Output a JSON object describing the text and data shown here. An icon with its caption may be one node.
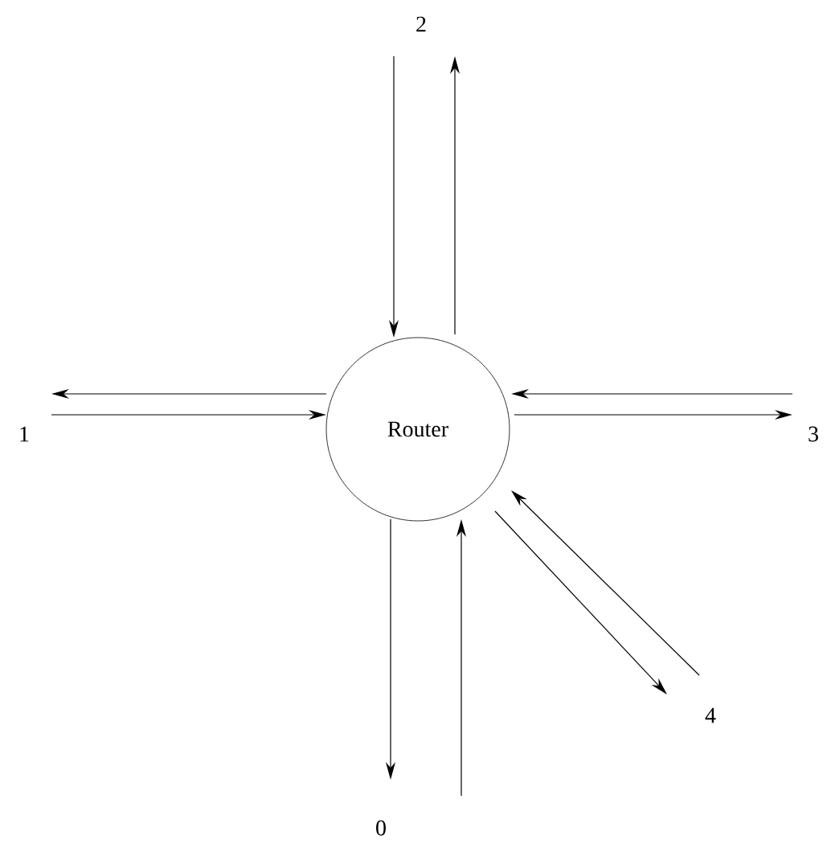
{
  "diagram": {
    "nodes": [
      {
        "text": [
          "2"
        ]
      },
      {
        "text": [
          "1"
        ]
      },
      {
        "text": [
          "Router"
        ]
      },
      {
        "text": [
          "3"
        ]
      },
      {
        "text": [
          "4"
        ]
      },
      {
        "text": [
          "0"
        ]
      }
    ],
    "edges": [
      {
        "from": 0,
        "to": 2,
        "arrow": "to"
      },
      {
        "from": 2,
        "to": 0,
        "arrow": "to"
      },
      {
        "from": 2,
        "to": 1,
        "arrow": "to"
      },
      {
        "from": 1,
        "to": 2,
        "arrow": "to"
      },
      {
        "from": 3,
        "to": 2,
        "arrow": "to"
      },
      {
        "from": 2,
        "to": 3,
        "arrow": "to"
      },
      {
        "from": 2,
        "to": 4,
        "arrow": "to"
      },
      {
        "from": 4,
        "to": 2,
        "arrow": "to"
      },
      {
        "from": 2,
        "to": 5,
        "arrow": "to"
      },
      {
        "from": 5,
        "to": 2,
        "arrow": "to"
      }
    ]
  }
}
